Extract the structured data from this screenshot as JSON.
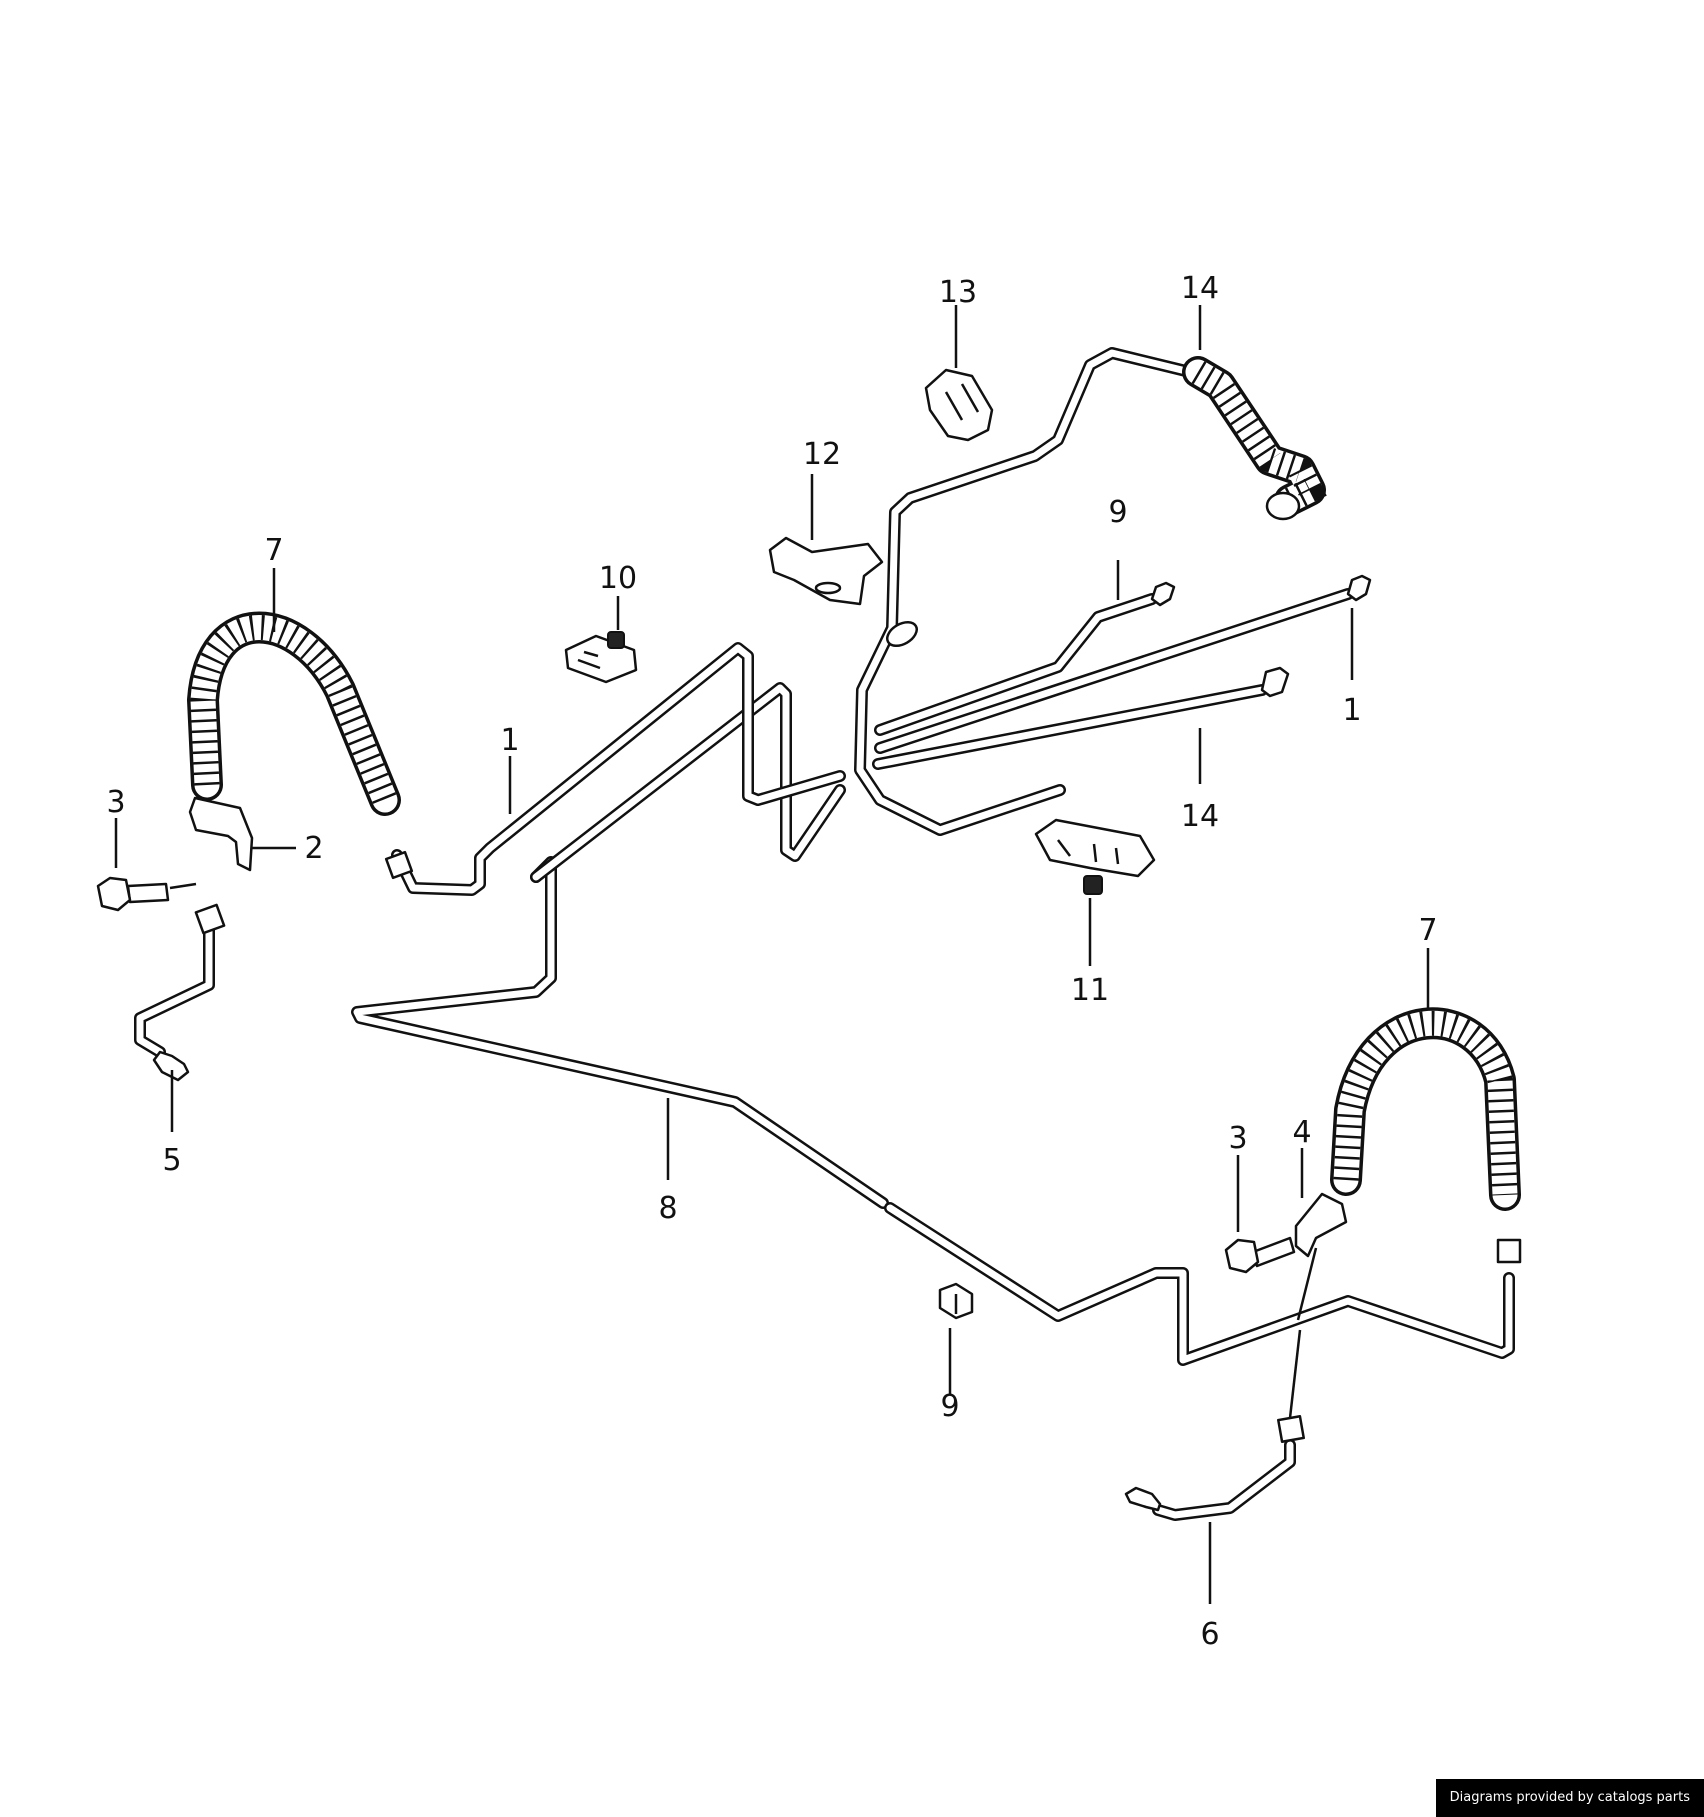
{
  "credit": "Diagrams provided by catalogs parts",
  "callouts": [
    {
      "id": "c1a",
      "text": "1"
    },
    {
      "id": "c1b",
      "text": "1"
    },
    {
      "id": "c2",
      "text": "2"
    },
    {
      "id": "c3a",
      "text": "3"
    },
    {
      "id": "c3b",
      "text": "3"
    },
    {
      "id": "c4",
      "text": "4"
    },
    {
      "id": "c5",
      "text": "5"
    },
    {
      "id": "c6",
      "text": "6"
    },
    {
      "id": "c7a",
      "text": "7"
    },
    {
      "id": "c7b",
      "text": "7"
    },
    {
      "id": "c8",
      "text": "8"
    },
    {
      "id": "c9a",
      "text": "9"
    },
    {
      "id": "c9b",
      "text": "9"
    },
    {
      "id": "c10",
      "text": "10"
    },
    {
      "id": "c11",
      "text": "11"
    },
    {
      "id": "c12",
      "text": "12"
    },
    {
      "id": "c13",
      "text": "13"
    },
    {
      "id": "c14a",
      "text": "14"
    },
    {
      "id": "c14b",
      "text": "14"
    }
  ]
}
